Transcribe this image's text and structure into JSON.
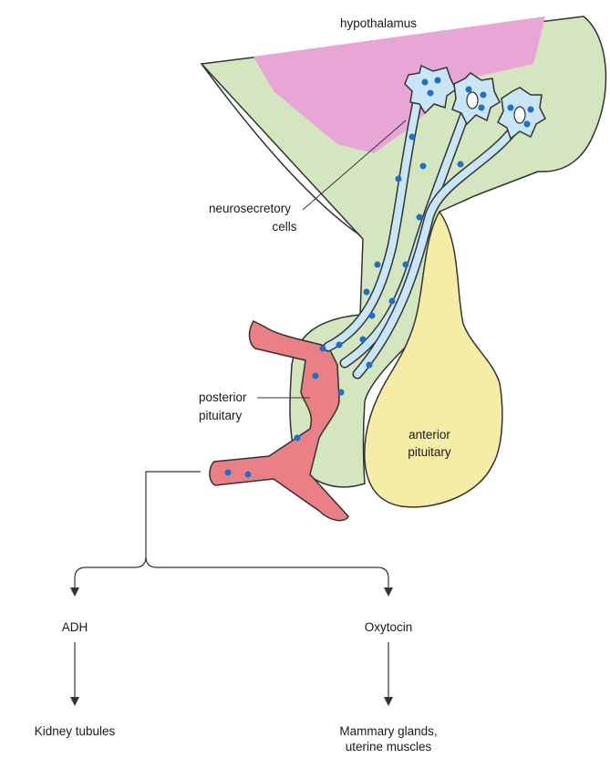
{
  "labels": {
    "hypothalamus": "hypothalamus",
    "neurosecretory_line1": "neurosecretory",
    "neurosecretory_line2": "cells",
    "posterior_line1": "posterior",
    "posterior_line2": "pituitary",
    "anterior_line1": "anterior",
    "anterior_line2": "pituitary",
    "adh": "ADH",
    "oxytocin": "Oxytocin",
    "kidney": "Kidney tubules",
    "mammary_line1": "Mammary glands,",
    "mammary_line2": "uterine muscles"
  },
  "colors": {
    "hypothalamus_pink": "#e8a6d6",
    "tissue_green": "#d4e6bf",
    "anterior_yellow": "#f5eda5",
    "neuron_blue": "#c9e6f7",
    "granule_blue": "#1f6fc8",
    "vessel_red": "#ea7f86",
    "outline": "#333333"
  }
}
